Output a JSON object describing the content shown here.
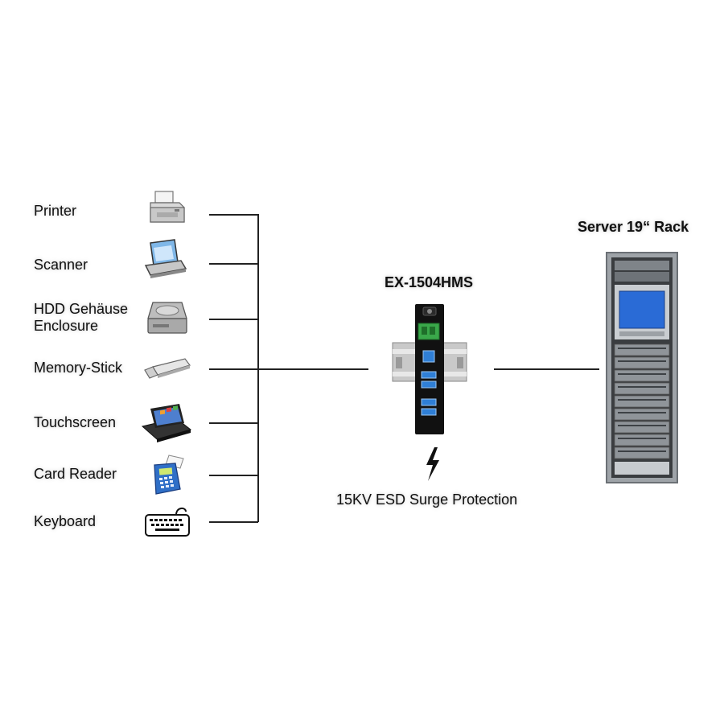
{
  "devices": [
    {
      "label": "Printer",
      "icon": "printer-icon"
    },
    {
      "label": "Scanner",
      "icon": "scanner-icon"
    },
    {
      "label_line1": "HDD Gehäuse",
      "label_line2": "Enclosure",
      "icon": "hdd-enclosure-icon"
    },
    {
      "label": "Memory-Stick",
      "icon": "memory-stick-icon"
    },
    {
      "label": "Touchscreen",
      "icon": "touchscreen-icon"
    },
    {
      "label": "Card Reader",
      "icon": "card-reader-icon"
    },
    {
      "label": "Keyboard",
      "icon": "keyboard-icon"
    }
  ],
  "hub": {
    "title": "EX-1504HMS",
    "icon": "usb-hub-icon",
    "protection_label": "15KV ESD Surge Protection",
    "protection_icon": "lightning-icon"
  },
  "server": {
    "title": "Server 19“ Rack",
    "icon": "server-rack-icon"
  },
  "colors": {
    "line": "#222222",
    "hub_body": "#111111",
    "usb_port": "#2f7fd6",
    "terminal": "#3aa84a",
    "rack_frame": "#8a8f95",
    "screen": "#2a6bd6"
  }
}
